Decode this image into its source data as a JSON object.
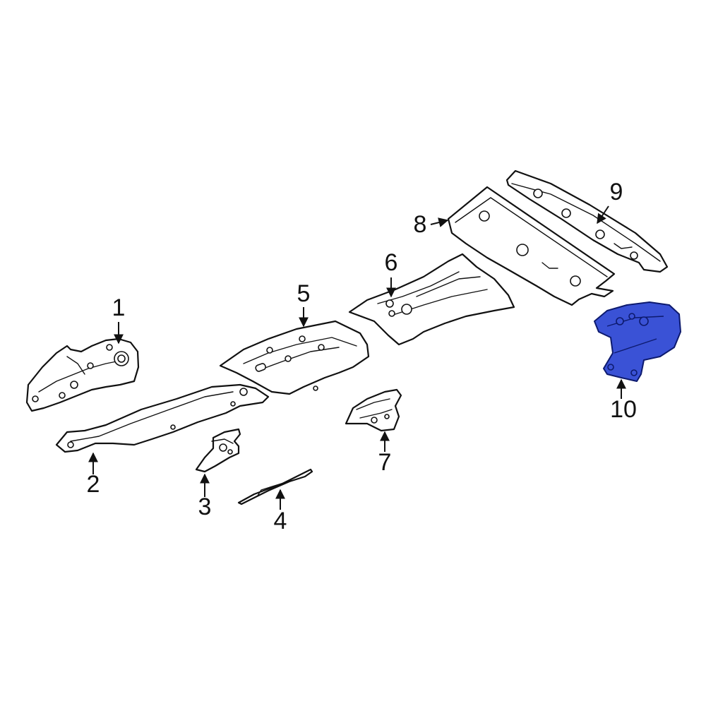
{
  "callouts": [
    {
      "id": "1",
      "label": "1"
    },
    {
      "id": "2",
      "label": "2"
    },
    {
      "id": "3",
      "label": "3"
    },
    {
      "id": "4",
      "label": "4"
    },
    {
      "id": "5",
      "label": "5"
    },
    {
      "id": "6",
      "label": "6"
    },
    {
      "id": "7",
      "label": "7"
    },
    {
      "id": "8",
      "label": "8"
    },
    {
      "id": "9",
      "label": "9"
    },
    {
      "id": "10",
      "label": "10"
    }
  ],
  "highlighted_part": "10",
  "colors": {
    "highlight": "#3a52d6",
    "outline": "#111111",
    "background": "#ffffff"
  }
}
